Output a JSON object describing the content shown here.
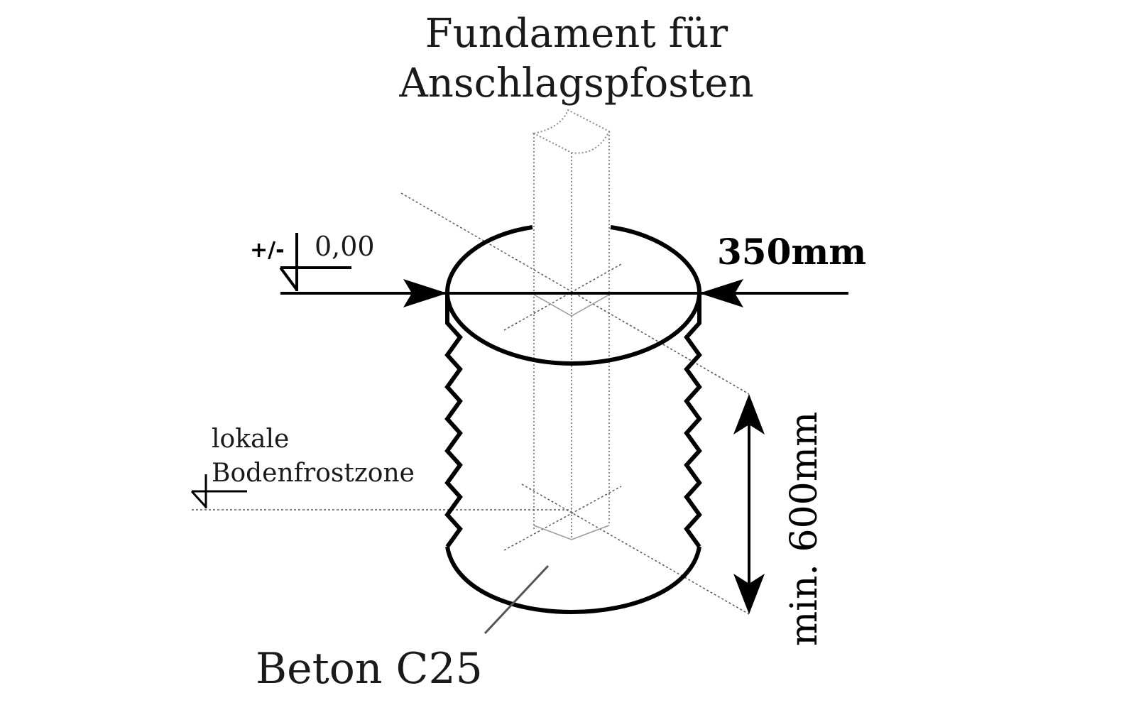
{
  "diagram": {
    "title_line1": "Fundament für",
    "title_line2": "Anschlagspfosten",
    "level_sign": "+/-",
    "level_value": "0,00",
    "diameter_label": "350mm",
    "depth_label": "min. 600mm",
    "frost_label_line1": "lokale",
    "frost_label_line2": "Bodenfrostzone",
    "material_label": "Beton C25",
    "colors": {
      "stroke": "#000000",
      "construction": "#555555",
      "background": "#ffffff"
    }
  }
}
